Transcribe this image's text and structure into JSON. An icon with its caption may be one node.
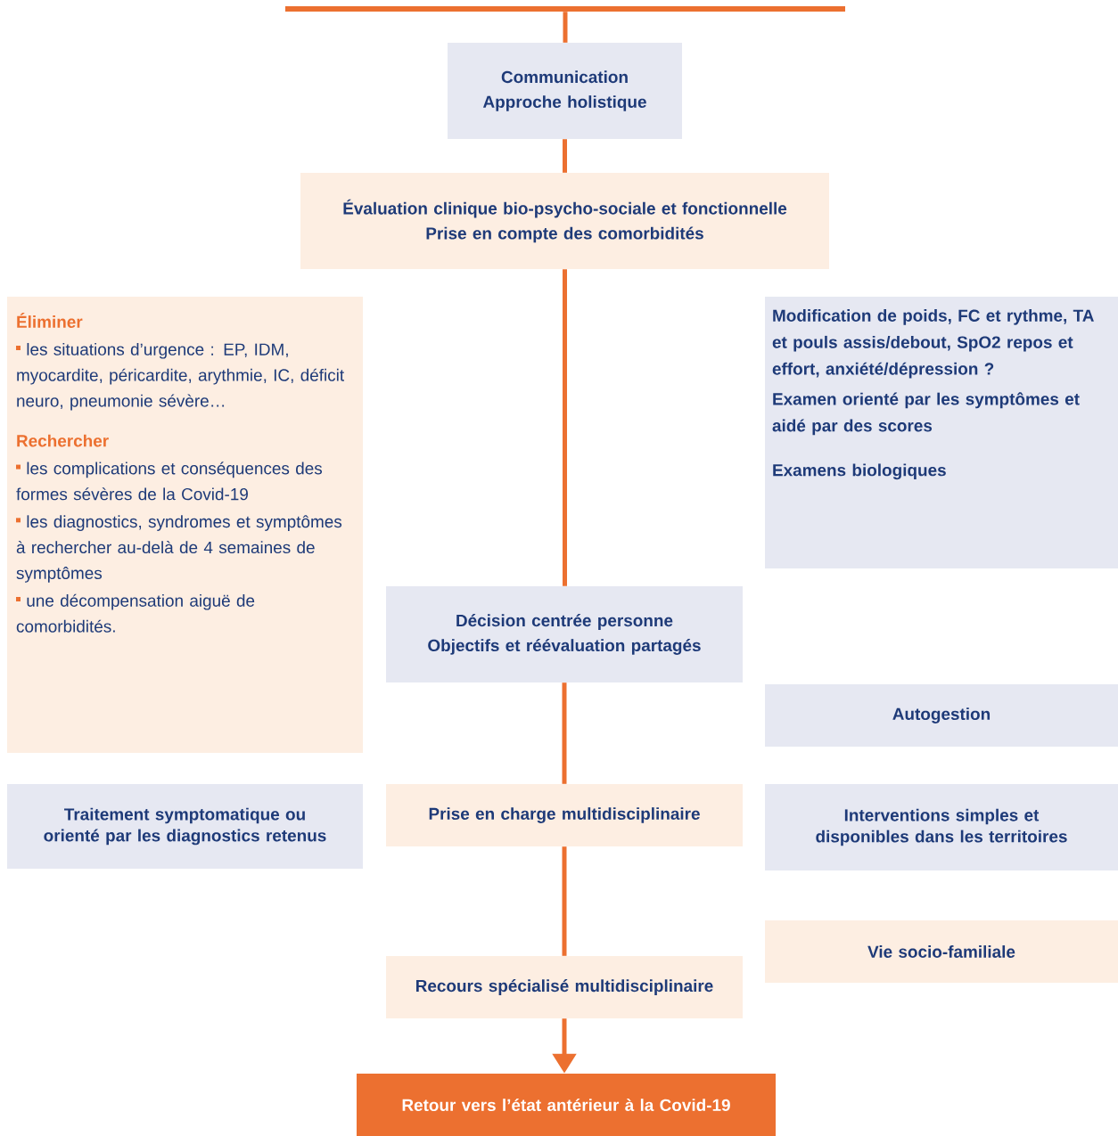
{
  "diagram": {
    "nodes": [
      {
        "text": [],
        "shape": "bar"
      },
      {
        "text": [
          "Communication",
          "Approche holistique"
        ]
      },
      {
        "text": [
          "Évaluation clinique bio-psycho-sociale et fonctionnelle",
          "Prise en compte des comorbidités"
        ]
      },
      {
        "text": [
          "Éliminer",
          "les situations d’urgence : EP, IDM, myocardite, péricardite, arythmie, IC, déficit neuro, pneumonie sévère…",
          "Rechercher",
          "les complications et conséquences des formes sévères de la Covid-19",
          "les diagnostics, syndromes et symptômes à rechercher au-delà de 4 semaines de symptômes",
          "une décompensation aiguë de comorbidités."
        ]
      },
      {
        "text": [
          "Modification de poids, FC et rythme, TA et pouls assis/debout, SpO2 repos et effort, anxiété/dépression ?",
          "Examen orienté par les symptômes et aidé par des scores",
          "Examens biologiques"
        ]
      },
      {
        "text": [
          "Décision centrée personne",
          "Objectifs et réévaluation partagés"
        ]
      },
      {
        "text": [
          "Autogestion"
        ]
      },
      {
        "text": [
          "Traitement symptomatique ou orienté par les diagnostics retenus"
        ]
      },
      {
        "text": [
          "Prise en charge multidisciplinaire"
        ]
      },
      {
        "text": [
          "Interventions simples et disponibles dans les territoires"
        ]
      },
      {
        "text": [
          "Vie socio-familiale"
        ]
      },
      {
        "text": [
          "Recours spécialisé multidisciplinaire"
        ]
      },
      {
        "text": [
          "Retour vers l’état antérieur à la Covid-19"
        ]
      }
    ],
    "edges": [
      {
        "from": 0,
        "to": 1,
        "arrow": "none"
      },
      {
        "from": 1,
        "to": 2,
        "arrow": "none"
      },
      {
        "from": 2,
        "to": 5,
        "arrow": "none"
      },
      {
        "from": 5,
        "to": 8,
        "arrow": "none"
      },
      {
        "from": 8,
        "to": 11,
        "arrow": "none"
      },
      {
        "from": 11,
        "to": 12,
        "arrow": "to"
      }
    ]
  }
}
